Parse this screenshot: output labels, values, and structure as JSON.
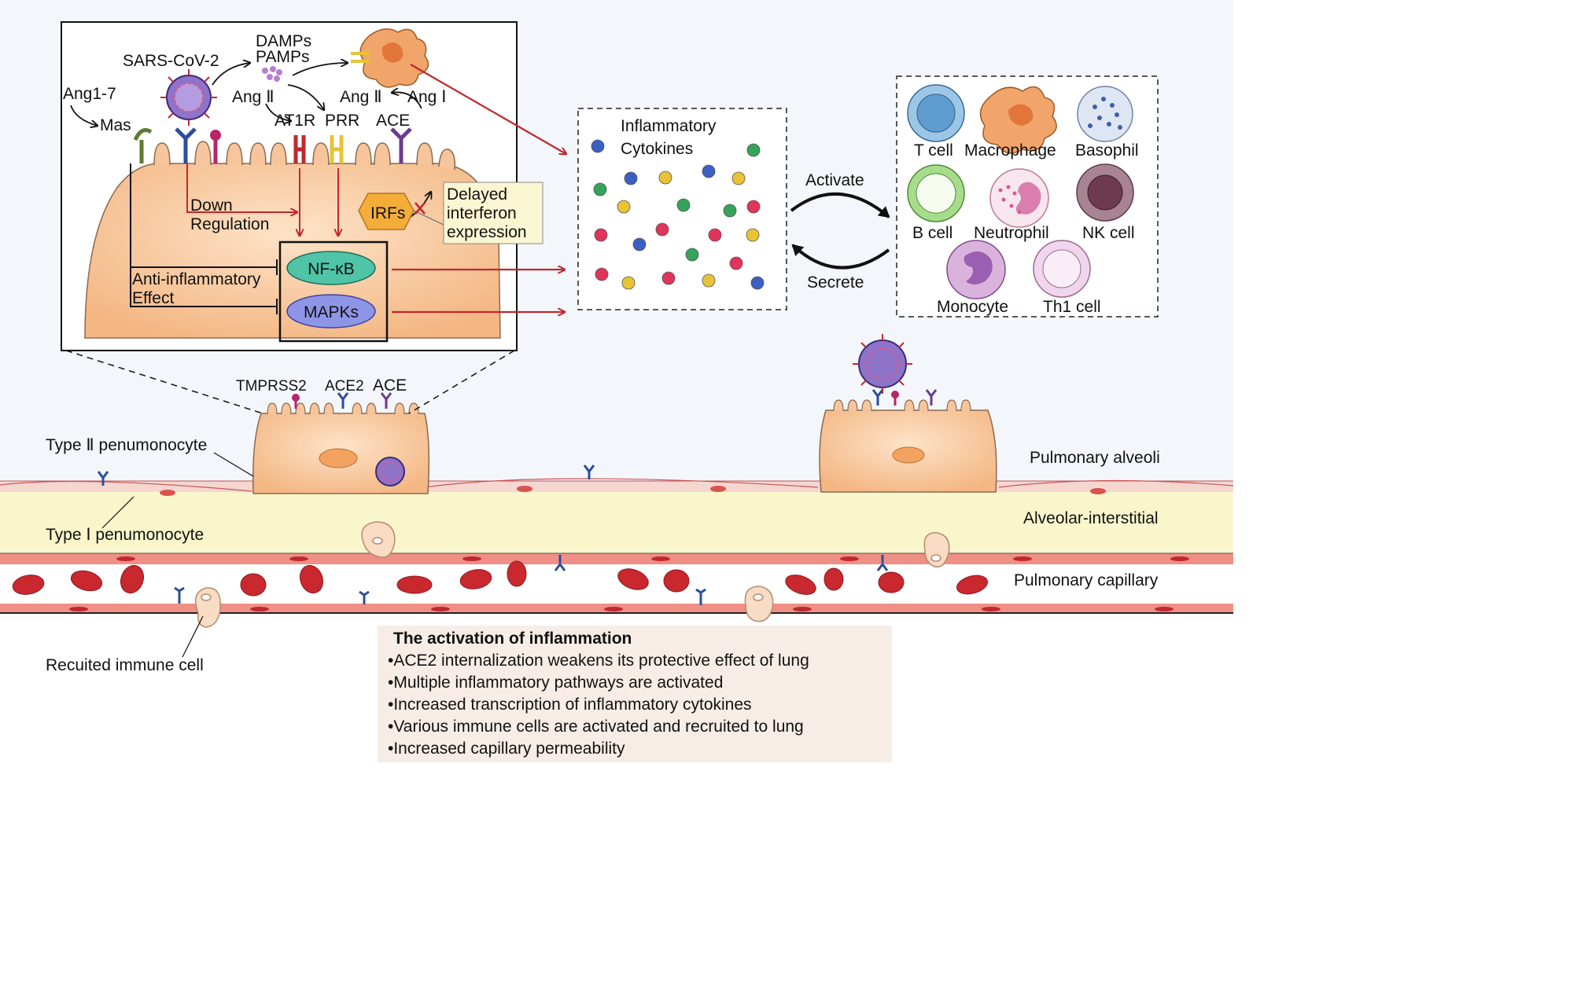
{
  "top_panel": {
    "virus_label": "SARS-CoV-2",
    "damps_label": "DAMPs",
    "pamps_label": "PAMPs",
    "ang17_label": "Ang1-7",
    "mas_label": "Mas",
    "ang2_left_label": "Ang Ⅱ",
    "ang2_right_label": "Ang Ⅱ",
    "ang1_label": "Ang Ⅰ",
    "at1r_label": "AT1R",
    "prr_label": "PRR",
    "ace_label": "ACE",
    "down_reg_line1": "Down",
    "down_reg_line2": "Regulation",
    "irfs_label": "IRFs",
    "delayed_line1": "Delayed",
    "delayed_line2": "interferon",
    "delayed_line3": "expression",
    "anti_line1": "Anti-inflammatory",
    "anti_line2": "Effect",
    "nfkb_label": "NF-κB",
    "mapks_label": "MAPKs"
  },
  "cytokines_box": {
    "line1": "Inflammatory",
    "line2": "Cytokines"
  },
  "cycle": {
    "activate": "Activate",
    "secrete": "Secrete"
  },
  "immune_cells": [
    {
      "name": "T cell",
      "color": "#9cc6e6"
    },
    {
      "name": "Macrophage",
      "color": "#f2a56a"
    },
    {
      "name": "Basophil",
      "color": "#dfe6f3"
    },
    {
      "name": "B cell",
      "color": "#a7dc8c"
    },
    {
      "name": "Neutrophil",
      "color": "#f7e6ee"
    },
    {
      "name": "NK cell",
      "color": "#a88392"
    },
    {
      "name": "Monocyte",
      "color": "#d9b3dc"
    },
    {
      "name": "Th1 cell",
      "color": "#efd6ec"
    }
  ],
  "lower_panel": {
    "tmprss2_label": "TMPRSS2",
    "ace2_label": "ACE2",
    "ace_label": "ACE",
    "type2_label": "Type Ⅱ penumonocyte",
    "type1_label": "Type Ⅰ penumonocyte",
    "recruited_label": "Recuited immune cell",
    "pulmonary_alveoli": "Pulmonary alveoli",
    "alveolar_interstitial": "Alveolar-interstitial",
    "pulmonary_capillary": "Pulmonary capillary"
  },
  "summary": {
    "title": "The activation of inflammation",
    "points": [
      "•ACE2 internalization weakens its protective effect of lung",
      "•Multiple inflammatory pathways are activated",
      "•Increased transcription of inflammatory cytokines",
      "•Various immune cells are activated and recruited to lung",
      "•Increased capillary permeability"
    ]
  },
  "colors": {
    "cell_body": "#f7c59b",
    "alveoli_bg": "#f1f6fa",
    "interstitial": "#f9f6cc",
    "capillary_bg": "#ffffff",
    "rbc": "#c8282e",
    "arrow_red": "#c0282e",
    "summary_bg": "#f7ece6",
    "nfkb": "#4fc4a6",
    "mapks": "#8f95e6",
    "irfs": "#f5ad3a"
  }
}
